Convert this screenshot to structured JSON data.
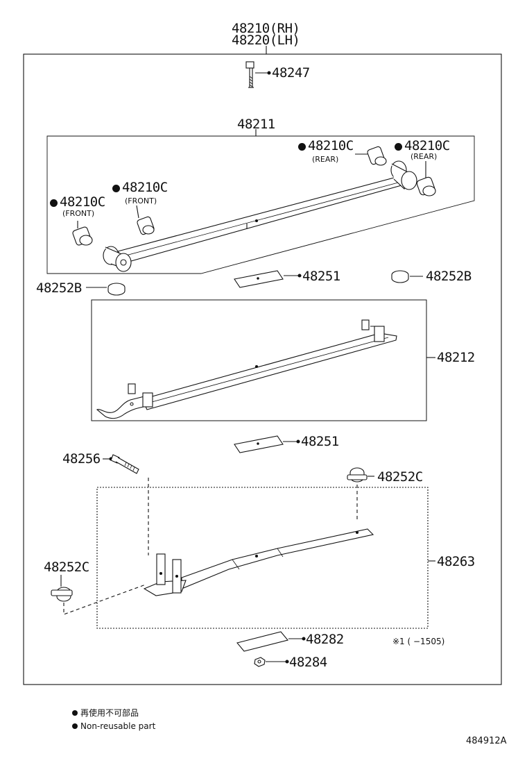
{
  "header": {
    "rh": "48210(RH)",
    "lh": "48220(LH)"
  },
  "parts": {
    "p48247": "48247",
    "p48211": "48211",
    "p48210c_rear1": "48210C",
    "p48210c_rear2": "48210C",
    "p48210c_front1": "48210C",
    "p48210c_front2": "48210C",
    "rear": "(REAR)",
    "front": "(FRONT)",
    "p48251_a": "48251",
    "p48252b_left": "48252B",
    "p48252b_right": "48252B",
    "p48212": "48212",
    "p48251_b": "48251",
    "p48256": "48256",
    "p48252c_right": "48252C",
    "p48252c_left": "48252C",
    "p48263": "48263",
    "p48282": "48282",
    "p48284": "48284",
    "note1": "※1 (      −1505)"
  },
  "legend": {
    "jp": "再使用不可部品",
    "en": "Non-reusable part"
  },
  "figure_id": "484912A"
}
